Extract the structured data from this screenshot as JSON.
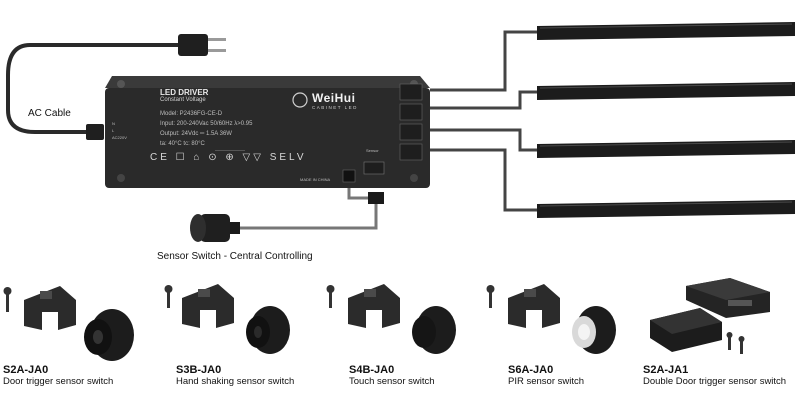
{
  "ac_cable_label": "AC Cable",
  "sensor_switch_label": "Sensor Switch - Central Controlling",
  "driver": {
    "title": "LED DRIVER",
    "subtitle": "Constant Voltage",
    "model": "Model: P2436FG-CE-D",
    "input": "Input: 200-240Vac  50/60Hz  λ>0.95",
    "output": "Output: 24Vdc ═ 1.5A  36W",
    "temps": "ta: 40°C  tc: 80°C",
    "brand": "WeiHui",
    "brand_sub": "CABINET LED",
    "certs": "CE ☐ ⌂ ⊙ ⊕ ▽▽ SELV",
    "made_in": "MADE IN CHINA",
    "sensor_port": "Sensor",
    "side_marks": [
      "N",
      "L",
      "AC220V"
    ]
  },
  "products": [
    {
      "code": "S2A-JA0",
      "name": "Door trigger sensor switch"
    },
    {
      "code": "S3B-JA0",
      "name": "Hand shaking sensor switch"
    },
    {
      "code": "S4B-JA0",
      "name": "Touch sensor switch"
    },
    {
      "code": "S6A-JA0",
      "name": "PIR sensor switch"
    },
    {
      "code": "S2A-JA1",
      "name": "Double Door trigger sensor switch"
    }
  ],
  "colors": {
    "housing": "#2a2a2a",
    "bar": "#1c1c1c",
    "cable": "#333333",
    "bg": "#ffffff"
  }
}
